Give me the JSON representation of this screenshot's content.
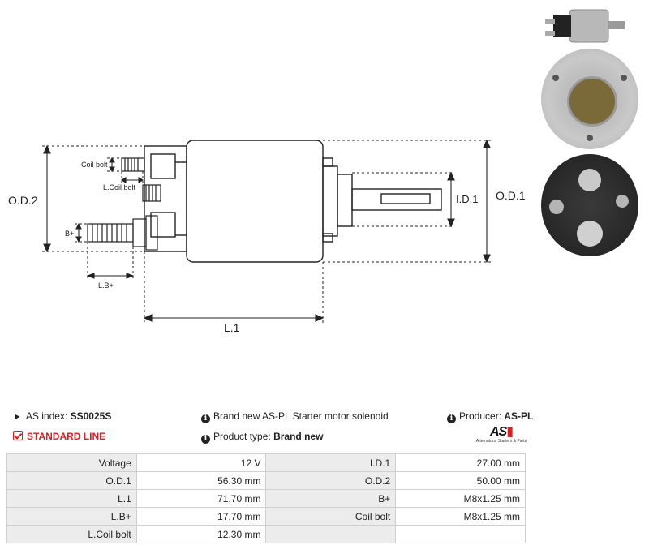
{
  "diagram": {
    "labels": {
      "od2": "O.D.2",
      "od1": "O.D.1",
      "id1": "I.D.1",
      "l1": "L.1",
      "coil_bolt": "Coil bolt",
      "l_coil_bolt": "L.Coil bolt",
      "b_plus": "B+",
      "l_b_plus": "L.B+"
    },
    "colors": {
      "line": "#222222",
      "photo_dark": "#2a2a2a",
      "photo_metal": "#bdbdbd"
    }
  },
  "info": {
    "as_index_label": "AS index:",
    "as_index_value": "SS0025S",
    "standard_line": "STANDARD LINE",
    "description": "Brand new AS-PL Starter motor solenoid",
    "product_type_label": "Product type:",
    "product_type_value": "Brand new",
    "producer_label": "Producer:",
    "producer_value": "AS-PL",
    "logo_tagline": "Alternators, Starters & Parts",
    "accent_color": "#d7201f"
  },
  "specs": [
    {
      "l1": "Voltage",
      "v1": "12 V",
      "l2": "I.D.1",
      "v2": "27.00 mm"
    },
    {
      "l1": "O.D.1",
      "v1": "56.30 mm",
      "l2": "O.D.2",
      "v2": "50.00 mm"
    },
    {
      "l1": "L.1",
      "v1": "71.70 mm",
      "l2": "B+",
      "v2": "M8x1.25 mm"
    },
    {
      "l1": "L.B+",
      "v1": "17.70 mm",
      "l2": "Coil bolt",
      "v2": "M8x1.25 mm"
    },
    {
      "l1": "L.Coil bolt",
      "v1": "12.30 mm",
      "l2": "",
      "v2": ""
    }
  ]
}
